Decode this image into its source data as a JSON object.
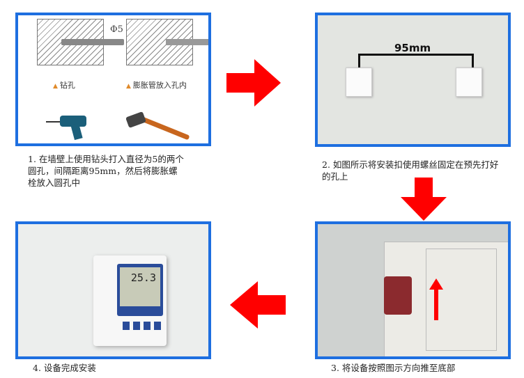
{
  "step1": {
    "caption": "1. 在墙壁上使用钻头打入直径为5的两个圆孔，间隔距离95mm，然后将膨胀螺栓放入圆孔中",
    "diameter_label": "Φ5",
    "note_drill": "钻孔",
    "note_anchor": "膨胀管放入孔内"
  },
  "step2": {
    "caption": "2. 如图所示将安装扣使用螺丝固定在预先打好的孔上",
    "distance_label": "95mm"
  },
  "step3": {
    "caption": "3. 将设备按照图示方向推至底部"
  },
  "step4": {
    "caption": "4. 设备完成安装",
    "display_value": "25.3"
  },
  "colors": {
    "border": "#1e6fe0",
    "arrow": "#ff0000"
  }
}
